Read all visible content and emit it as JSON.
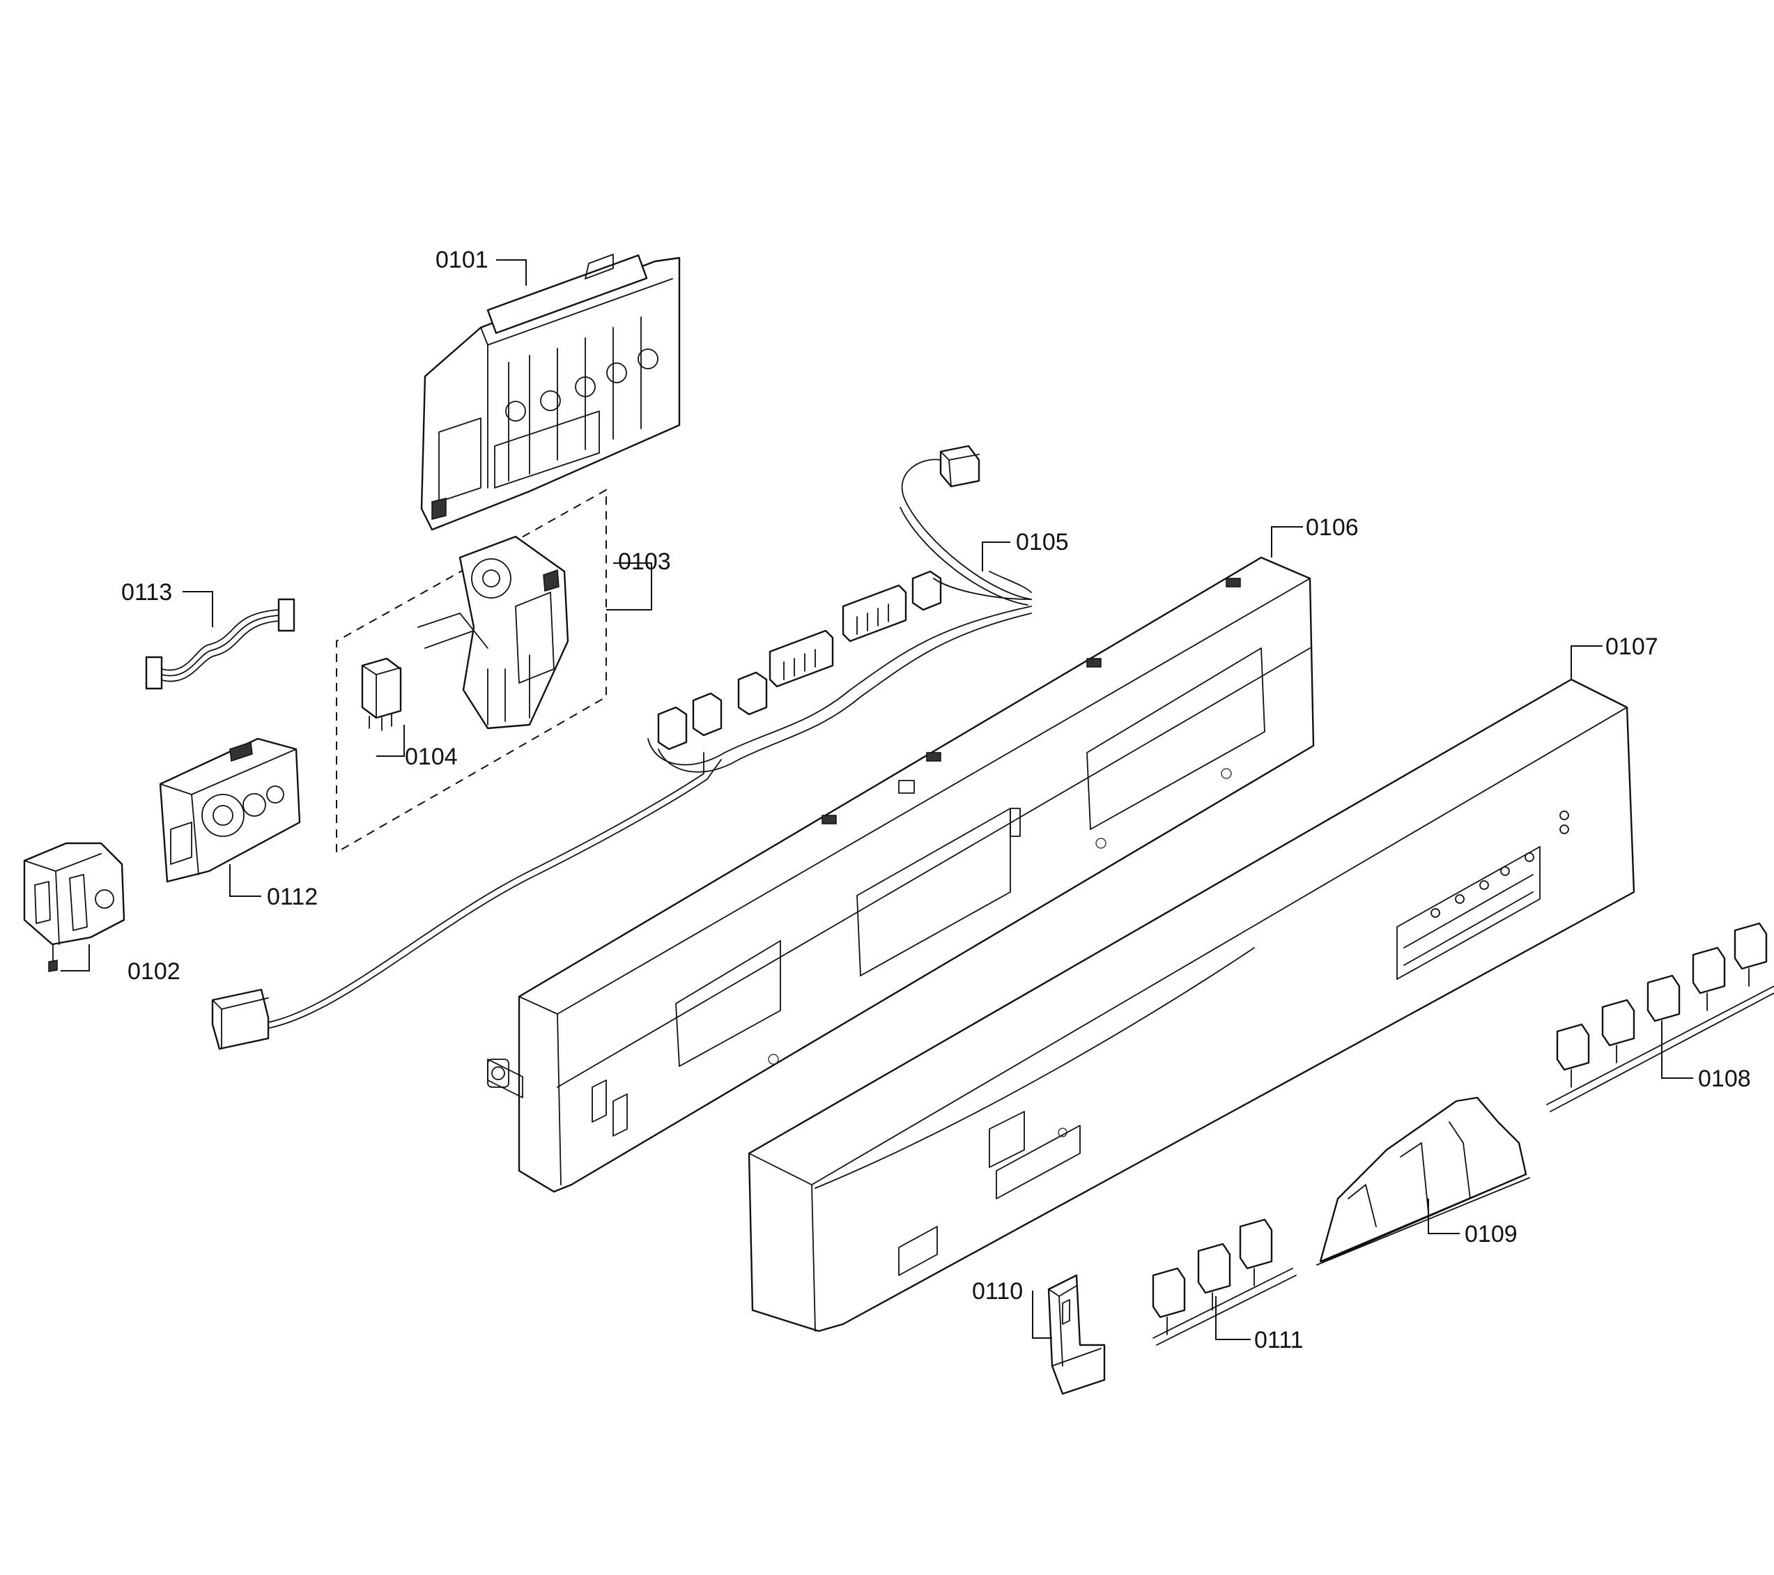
{
  "diagram": {
    "colors": {
      "ink": "#111111",
      "background": "#ffffff"
    },
    "parts": [
      {
        "id": "p0101",
        "label": "0101"
      },
      {
        "id": "p0102",
        "label": "0102"
      },
      {
        "id": "p0103",
        "label": "0103"
      },
      {
        "id": "p0104",
        "label": "0104"
      },
      {
        "id": "p0105",
        "label": "0105"
      },
      {
        "id": "p0106",
        "label": "0106"
      },
      {
        "id": "p0107",
        "label": "0107"
      },
      {
        "id": "p0108",
        "label": "0108"
      },
      {
        "id": "p0109",
        "label": "0109"
      },
      {
        "id": "p0110",
        "label": "0110"
      },
      {
        "id": "p0111",
        "label": "0111"
      },
      {
        "id": "p0112",
        "label": "0112"
      },
      {
        "id": "p0113",
        "label": "0113"
      }
    ]
  }
}
